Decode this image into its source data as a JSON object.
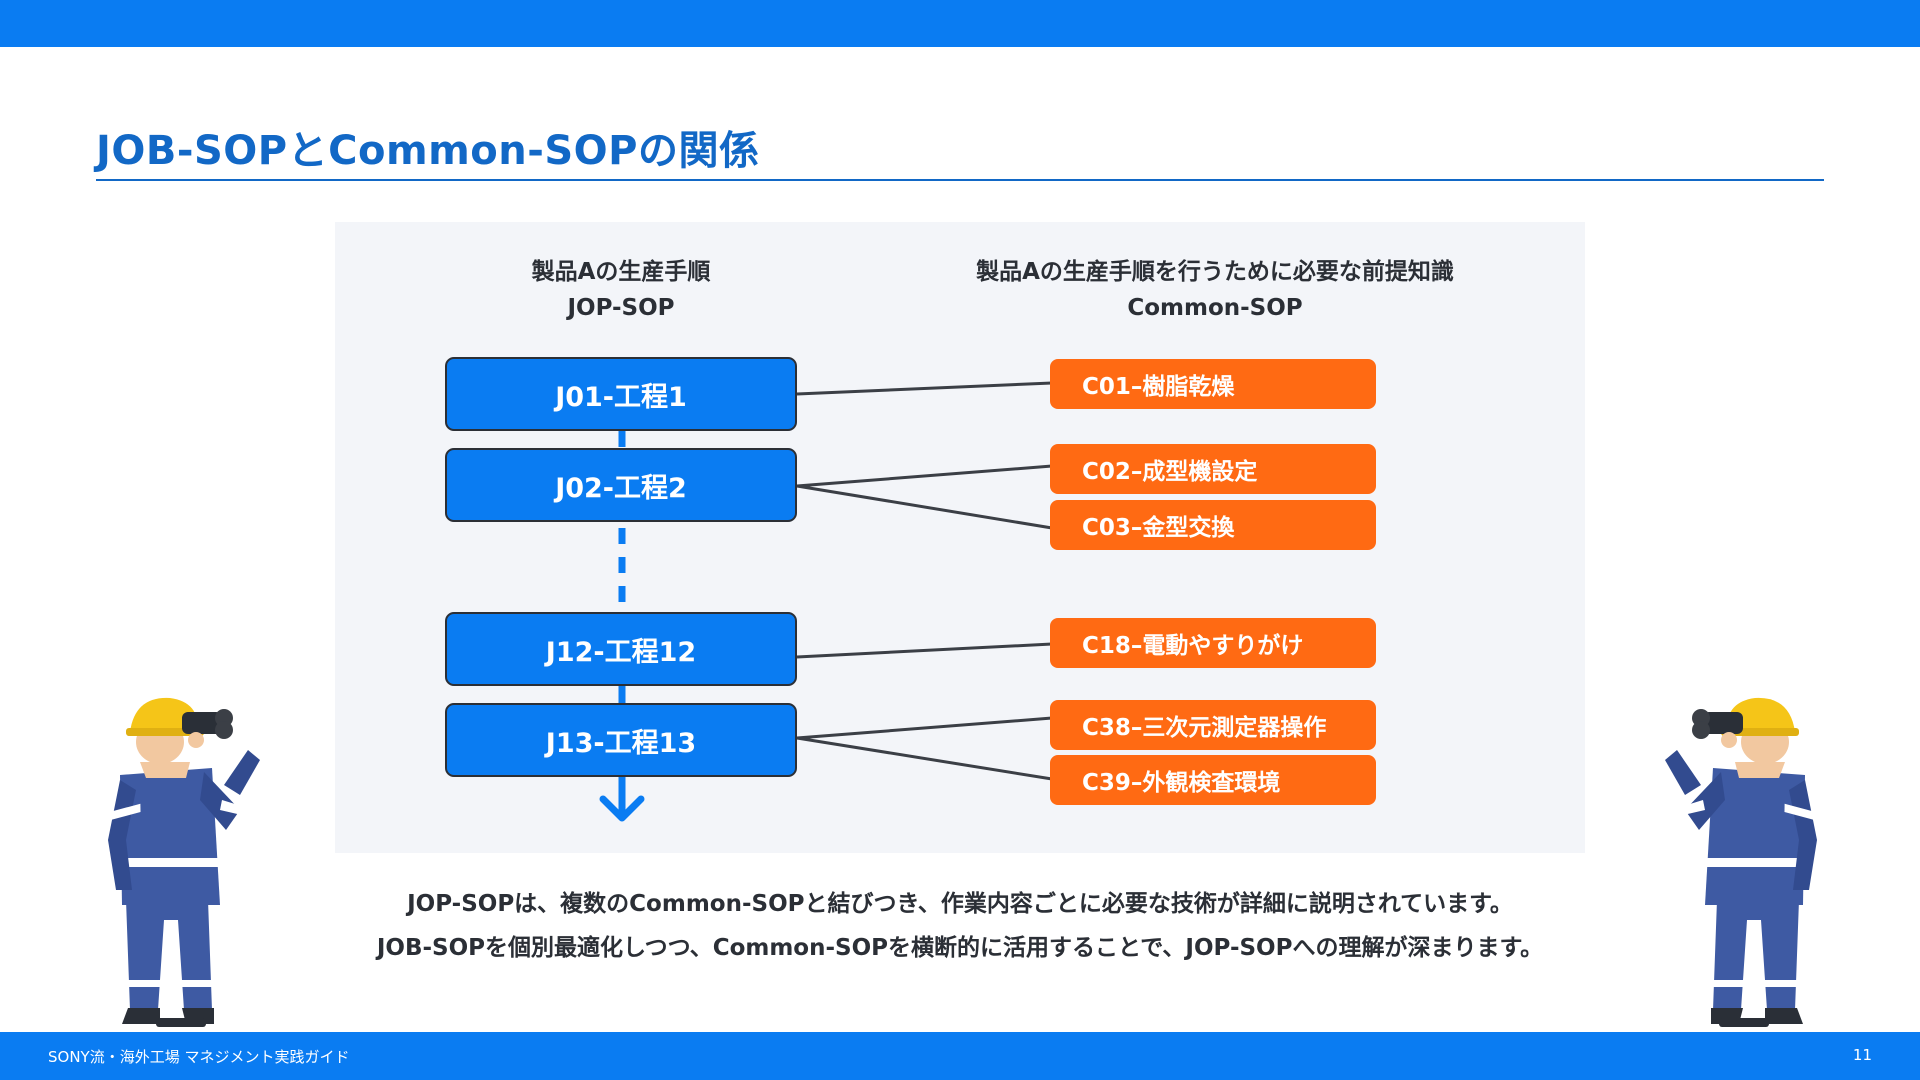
{
  "title": "JOB-SOPとCommon-SOPの関係",
  "columns": {
    "left": {
      "line1": "製品Aの生産手順",
      "line2": "JOP-SOP"
    },
    "right": {
      "line1": "製品Aの生産手順を行うために必要な前提知識",
      "line2": "Common-SOP"
    }
  },
  "jobs": [
    {
      "label": "J01-工程1"
    },
    {
      "label": "J02-工程2"
    },
    {
      "label": "J12-工程12"
    },
    {
      "label": "J13-工程13"
    }
  ],
  "commons": [
    {
      "label": "C01–樹脂乾燥"
    },
    {
      "label": "C02–成型機設定"
    },
    {
      "label": "C03–金型交換"
    },
    {
      "label": "C18–電動やすりがけ"
    },
    {
      "label": "C38–三次元測定器操作"
    },
    {
      "label": "C39–外観検査環境"
    }
  ],
  "description": {
    "line1": "JOP-SOPは、複数のCommon-SOPと結びつき、作業内容ごとに必要な技術が詳細に説明されています。",
    "line2": "JOB-SOPを個別最適化しつつ、Common-SOPを横断的に活用することで、JOP-SOPへの理解が深まります。"
  },
  "footer": {
    "text": "SONY流・海外工場 マネジメント実践ガイド",
    "page": "11"
  },
  "colors": {
    "brand_blue": "#0a7cf2",
    "title_blue": "#1268c6",
    "orange": "#ff6a13",
    "panel_bg": "#f3f5f9"
  },
  "icons": [
    "worker-with-binoculars-illustration"
  ]
}
